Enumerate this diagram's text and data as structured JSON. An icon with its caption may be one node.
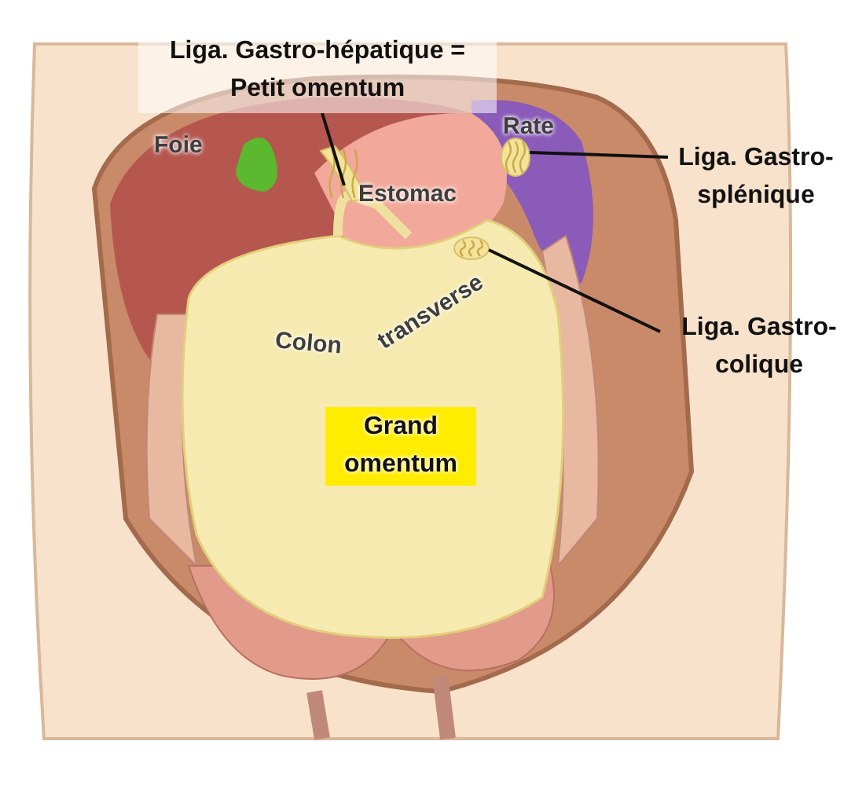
{
  "diagram": {
    "nodes": [
      {
        "text": [
          "Liga. Gastro-hépatique = Petit omentum"
        ]
      },
      {
        "text": [
          "Liga. Gastro-splénique"
        ]
      },
      {
        "text": [
          "Liga. Gastro-colique"
        ]
      },
      {
        "text": [],
        "shape": "picture"
      },
      {
        "text": [],
        "shape": "picture"
      },
      {
        "text": [],
        "shape": "picture"
      }
    ],
    "edges": [
      {
        "from": 0,
        "to": 3,
        "arrow": "none"
      },
      {
        "from": 1,
        "to": 4,
        "arrow": "none"
      },
      {
        "from": 2,
        "to": 5,
        "arrow": "none"
      }
    ],
    "labels": [
      "Foie",
      "Rate",
      "Estomac",
      "Colon",
      "transverse",
      "Grand omentum"
    ]
  }
}
